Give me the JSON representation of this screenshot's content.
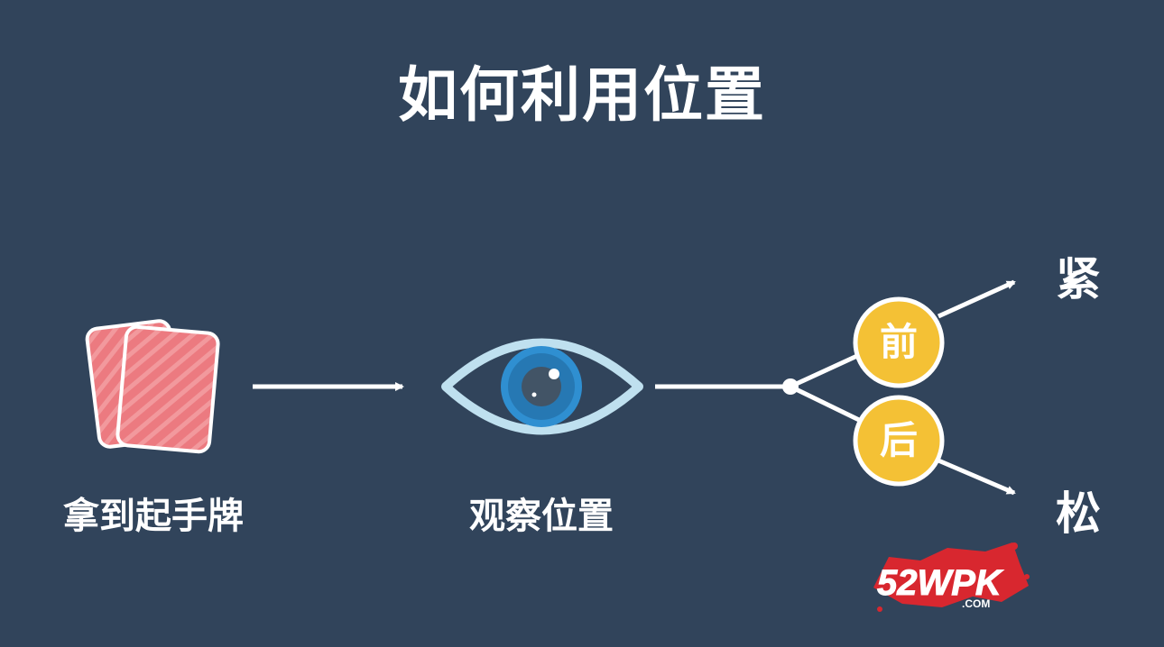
{
  "title": "如何利用位置",
  "steps": {
    "cards_label": "拿到起手牌",
    "observe_label": "观察位置"
  },
  "branches": {
    "front_label": "前",
    "back_label": "后"
  },
  "outcomes": {
    "tight": "紧",
    "loose": "松"
  },
  "watermark": {
    "text": "52WPK",
    "subtext": ".COM"
  },
  "colors": {
    "background": "#31445b",
    "card": "#ec7a80",
    "circle": "#f4c135",
    "eye_iris": "#2f8fd1",
    "line": "#ffffff"
  }
}
